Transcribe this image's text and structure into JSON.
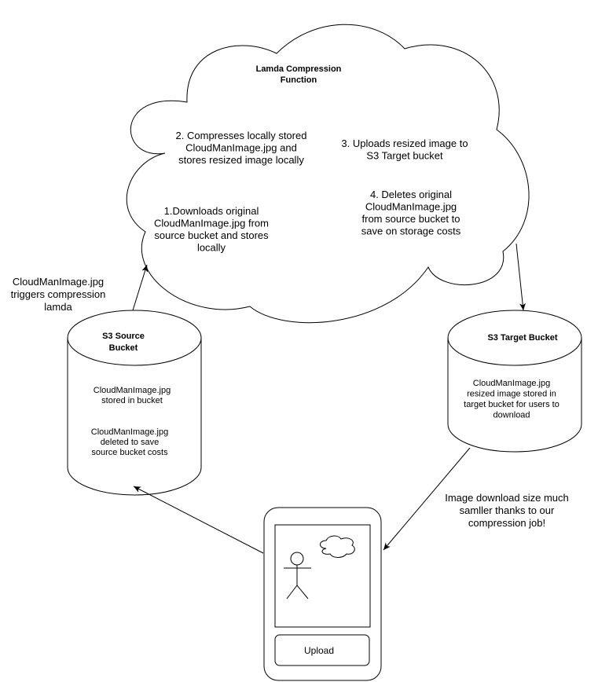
{
  "cloud": {
    "title": [
      "Lamda Compression",
      "Function"
    ],
    "step1": [
      "1.Downloads original",
      "CloudManImage.jpg from",
      "source bucket and stores",
      "locally"
    ],
    "step2": [
      "2. Compresses locally stored",
      "CloudManImage.jpg and",
      "stores resized image locally"
    ],
    "step3": [
      "3. Uploads resized image to",
      "S3 Target bucket"
    ],
    "step4": [
      "4. Deletes original",
      "CloudManImage.jpg",
      "from source bucket to",
      "save on storage costs"
    ]
  },
  "trigger_label": [
    "CloudManImage.jpg",
    "triggers compression",
    "lamda"
  ],
  "source_bucket": {
    "title": [
      "S3 Source",
      "Bucket"
    ],
    "note1": [
      "CloudManImage.jpg",
      "stored in bucket"
    ],
    "note2": [
      "CloudManImage.jpg",
      "deleted to save",
      "source bucket costs"
    ]
  },
  "target_bucket": {
    "title": [
      "S3 Target Bucket"
    ],
    "note": [
      "CloudManImage.jpg",
      "resized image stored in",
      "target bucket for users to",
      "download"
    ]
  },
  "download_label": [
    "Image download size much",
    "samller thanks to our",
    "compression job!"
  ],
  "phone": {
    "upload_button": "Upload"
  }
}
